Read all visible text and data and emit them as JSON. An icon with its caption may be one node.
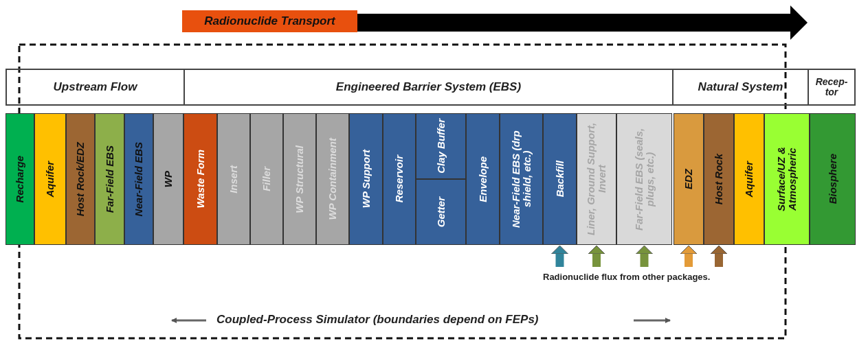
{
  "diagram": {
    "nodes": [
      {
        "text": [
          "Radionuclide Transport"
        ]
      },
      {
        "text": [
          "Upstream Flow"
        ]
      },
      {
        "text": [
          "Engineered Barrier System (EBS)"
        ]
      },
      {
        "text": [
          "Natural System"
        ]
      },
      {
        "text": [
          "Recep- tor"
        ]
      },
      {
        "text": [
          "Recharge"
        ]
      },
      {
        "text": [
          "Aquifer"
        ]
      },
      {
        "text": [
          "Host Rock/EDZ"
        ]
      },
      {
        "text": [
          "Far-Field EBS"
        ]
      },
      {
        "text": [
          "Near-Field EBS"
        ]
      },
      {
        "text": [
          "WP"
        ]
      },
      {
        "text": [
          "Waste Form"
        ]
      },
      {
        "text": [
          "Insert"
        ]
      },
      {
        "text": [
          "Filler"
        ]
      },
      {
        "text": [
          "WP Structural"
        ]
      },
      {
        "text": [
          "WP Containment"
        ]
      },
      {
        "text": [
          "WP Support"
        ]
      },
      {
        "text": [
          "Reservoir"
        ]
      },
      {
        "text": [
          "Clay Buffer"
        ]
      },
      {
        "text": [
          "Getter"
        ]
      },
      {
        "text": [
          "Envelope"
        ]
      },
      {
        "text": [
          "Near-Field EBS (drp shield, etc.)"
        ]
      },
      {
        "text": [
          "Backfill"
        ]
      },
      {
        "text": [
          "Liner, Ground Support, Invert"
        ]
      },
      {
        "text": [
          "Far-Field EBS (seals, plugs, etc.)"
        ]
      },
      {
        "text": [
          "EDZ"
        ]
      },
      {
        "text": [
          "Host Rock"
        ]
      },
      {
        "text": [
          "Aquifer"
        ]
      },
      {
        "text": [
          "Surface/UZ & Atmospheric"
        ]
      },
      {
        "text": [
          "Biosphere"
        ]
      }
    ],
    "edges": [
      {
        "from": null,
        "to": 22,
        "arrow": "to",
        "color": "#31849b"
      },
      {
        "from": null,
        "to": 23,
        "arrow": "to",
        "color": "#77933c"
      },
      {
        "from": null,
        "to": 24,
        "arrow": "to",
        "color": "#77933c"
      },
      {
        "from": null,
        "to": 25,
        "arrow": "to",
        "color": "#e39b38"
      },
      {
        "from": null,
        "to": 26,
        "arrow": "to",
        "color": "#996633"
      }
    ],
    "labels": [
      "Radionuclide flux from other packages.",
      "Coupled-Process Simulator (boundaries depend on FEPs)"
    ]
  }
}
